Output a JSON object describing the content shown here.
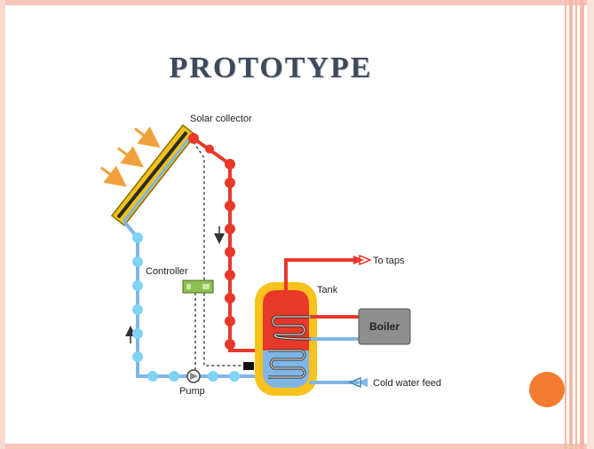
{
  "slide": {
    "title": "PROTOTYPE"
  },
  "diagram": {
    "labels": {
      "solar_collector": "Solar collector",
      "controller": "Controller",
      "pump": "Pump",
      "tank": "Tank",
      "boiler": "Boiler",
      "to_taps": "To taps",
      "cold_water_feed": "Cold water feed"
    },
    "colors": {
      "hot_pipe": "#e8382a",
      "cold_pipe": "#7fb6e6",
      "tank_outer": "#f7c21c",
      "sun_arrows": "#f2a03d",
      "controller": "#8cc152",
      "boiler": "#8e8e8e",
      "accent_dot": "#f47c30"
    }
  }
}
